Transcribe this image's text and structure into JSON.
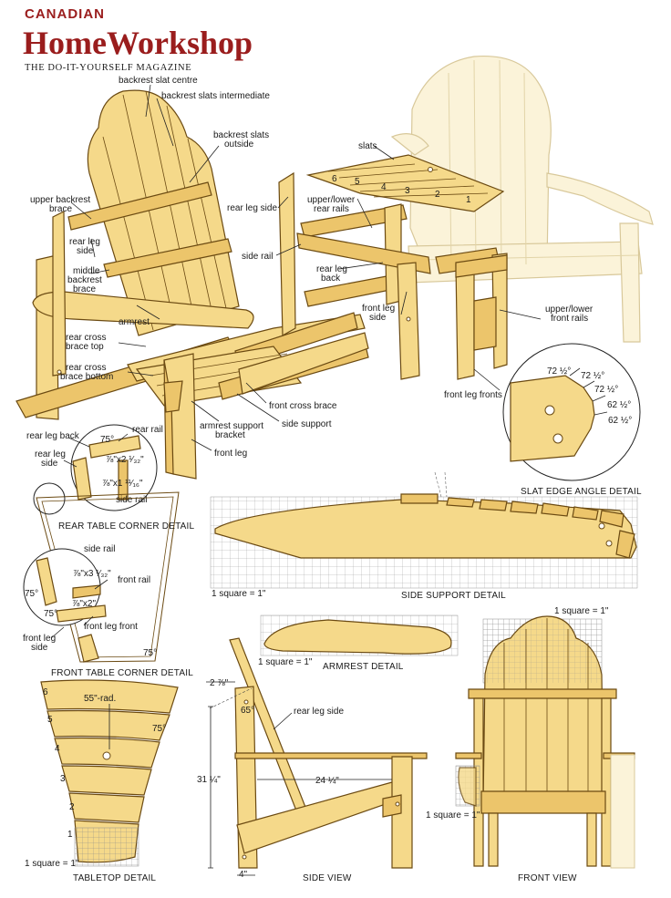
{
  "header": {
    "brand_top": "CANADIAN",
    "brand_main": "HomeWorkshop",
    "tagline": "THE DO-IT-YOURSELF MAGAZINE"
  },
  "colors": {
    "brand_red": "#9a1d1d",
    "wood_light": "#f5d98a",
    "wood_mid": "#ecc56b",
    "outline": "#6b4a12",
    "ghost_chair": "#fbf3d9"
  },
  "chair_labels": {
    "backrest_slat_centre": "backrest slat centre",
    "backrest_slats_intermediate": "backrest slats intermediate",
    "backrest_slats_outside_1": "backrest slats",
    "backrest_slats_outside_2": "outside",
    "upper_backrest_brace_1": "upper backrest",
    "upper_backrest_brace_2": "brace",
    "rear_leg_side_1": "rear leg",
    "rear_leg_side_2": "side",
    "middle_backrest_brace_1": "middle",
    "middle_backrest_brace_2": "backrest",
    "middle_backrest_brace_3": "brace",
    "armrest": "armrest",
    "rear_cross_brace_top_1": "rear cross",
    "rear_cross_brace_top_2": "brace top",
    "rear_cross_brace_bottom_1": "rear cross",
    "rear_cross_brace_bottom_2": "brace bottom",
    "front_cross_brace": "front cross brace",
    "side_support": "side support",
    "armrest_support_bracket_1": "armrest support",
    "armrest_support_bracket_2": "bracket",
    "front_leg": "front leg"
  },
  "table_labels": {
    "slats": "slats",
    "upper_lower_rear_rails_1": "upper/lower",
    "upper_lower_rear_rails_2": "rear rails",
    "rear_leg_side": "rear leg side",
    "side_rail": "side rail",
    "rear_leg_back_1": "rear leg",
    "rear_leg_back_2": "back",
    "front_leg_side_1": "front leg",
    "front_leg_side_2": "side",
    "upper_lower_front_rails_1": "upper/lower",
    "upper_lower_front_rails_2": "front rails",
    "front_leg_fronts": "front leg fronts",
    "slat_numbers": [
      "6",
      "5",
      "4",
      "3",
      "2",
      "1"
    ]
  },
  "slat_edge_detail": {
    "angles": [
      "72 ½°",
      "72 ½°",
      "72 ½°",
      "62 ½°",
      "62 ½°"
    ],
    "caption": "SLAT EDGE ANGLE DETAIL"
  },
  "rear_table_corner_detail": {
    "rear_leg_back": "rear leg back",
    "rear_rail": "rear rail",
    "rear_leg_side_1": "rear leg",
    "rear_leg_side_2": "side",
    "angle": "75°",
    "slot_1": "⅞\"x2 ¹⁄₃₂\"",
    "slot_2": "⅞\"x1 ¹¹⁄₁₆\"",
    "side_rail": "side rail",
    "caption": "REAR TABLE CORNER DETAIL"
  },
  "front_table_corner_detail": {
    "side_rail": "side rail",
    "slot_1": "⅞\"x3 ¹⁄₃₂\"",
    "front_rail": "front rail",
    "angle_1": "75°",
    "angle_2": "75°",
    "slot_2": "⅞\"x2\"",
    "front_leg_front": "front leg front",
    "front_leg_side_1": "front leg",
    "front_leg_side_2": "side",
    "angle_3": "75°",
    "caption": "FRONT TABLE CORNER DETAIL"
  },
  "side_support_detail": {
    "scale": "1 square = 1\"",
    "caption": "SIDE SUPPORT DETAIL"
  },
  "armrest_detail": {
    "scale": "1 square = 1\"",
    "caption": "ARMREST DETAIL"
  },
  "tabletop_detail": {
    "slat_numbers": [
      "6",
      "5",
      "4",
      "3",
      "2",
      "1"
    ],
    "radius": "55\"-rad.",
    "angle": "75°",
    "scale": "1 square = 1\"",
    "caption": "TABLETOP DETAIL"
  },
  "side_view": {
    "top_width": "2 ⅞\"",
    "angle": "65°",
    "rear_leg_side": "rear leg side",
    "height": "31 ¼\"",
    "depth": "24 ¼\"",
    "bottom": "4\"",
    "caption": "SIDE VIEW"
  },
  "front_view": {
    "scale_top": "1 square = 1\"",
    "scale_side": "1 square = 1\"",
    "caption": "FRONT VIEW"
  }
}
